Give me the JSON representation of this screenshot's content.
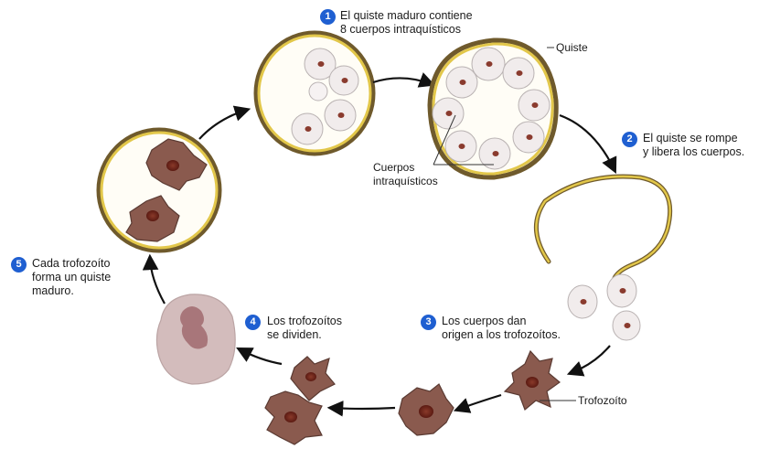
{
  "steps": [
    {
      "number": "1",
      "text": "El quiste maduro contiene\n8 cuerpos intraquísticos"
    },
    {
      "number": "2",
      "text": "El quiste se rompe\ny libera los cuerpos."
    },
    {
      "number": "3",
      "text": "Los cuerpos dan\norigen a los trofozoítos."
    },
    {
      "number": "4",
      "text": "Los trofozoítos\nse dividen."
    },
    {
      "number": "5",
      "text": "Cada trofozoíto\nforma un quiste\nmaduro."
    }
  ],
  "labels": {
    "quiste": "Quiste",
    "cuerpos": "Cuerpos\nintraquísticos",
    "trofozoito": "Trofozoíto"
  },
  "colors": {
    "cyst_wall": "#e2c74a",
    "cyst_outline": "#6f5a2c",
    "trophozoite": "#8a5a4e",
    "nucleus": "#6a1f16",
    "body_fill": "#f1ecec",
    "young_cyst": "#d3bcbc",
    "step_badge": "#1f5fd1"
  }
}
